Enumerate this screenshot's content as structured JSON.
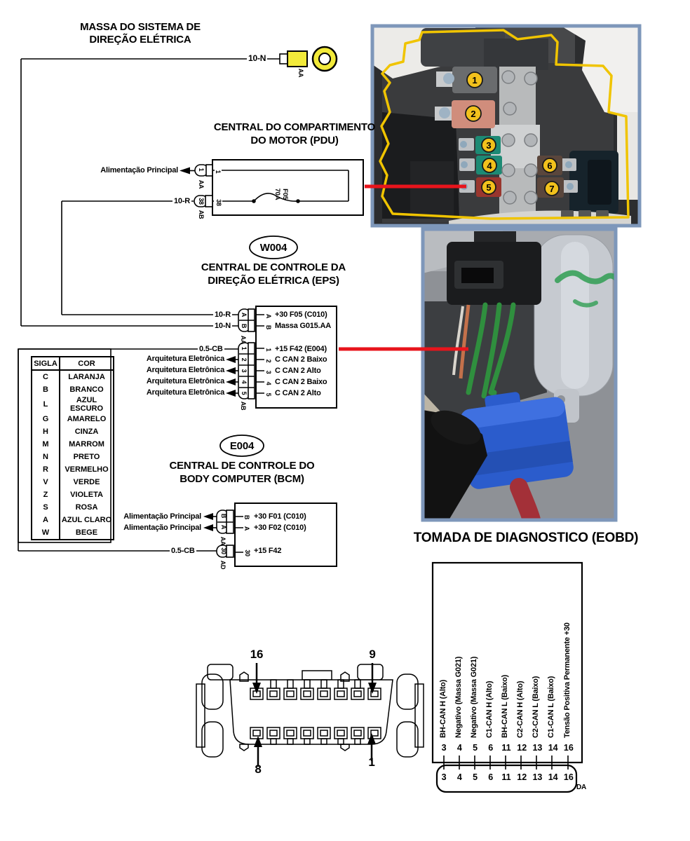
{
  "ground": {
    "title_line1": "MASSA DO SISTEMA DE",
    "title_line2": "DIREÇÃO ELÉTRICA",
    "wire_label": "10-N",
    "terminal_connector": "AA"
  },
  "pdu": {
    "title_line1": "CENTRAL DO COMPARTIMENTO",
    "title_line2": "DO MOTOR (PDU)",
    "feed_label": "Alimentação Principal",
    "pin1": "1",
    "pin1_connector": "AA",
    "pin38": "38",
    "pin38_connector": "AB",
    "pin38_wire": "10-R",
    "fuse_line1": "F05",
    "fuse_line2": "70A"
  },
  "eps": {
    "code": "W004",
    "title_line1": "CENTRAL DE CONTROLE DA",
    "title_line2": "DIREÇÃO ELÉTRICA (EPS)",
    "conn_top": "AA",
    "conn_bottom": "AB",
    "pin_a": {
      "pin": "A",
      "wire": "10-R",
      "label": "+30 F05 (C010)"
    },
    "pin_b": {
      "pin": "B",
      "wire": "10-N",
      "label": "Massa G015.AA"
    },
    "pin_1": {
      "pin": "1",
      "wire": "0.5-CB",
      "label": "+15 F42 (E004)"
    },
    "pin_2": {
      "pin": "2",
      "dest": "Arquitetura Eletrônica",
      "label": "C CAN 2 Baixo"
    },
    "pin_3": {
      "pin": "3",
      "dest": "Arquitetura Eletrônica",
      "label": "C CAN 2 Alto"
    },
    "pin_4": {
      "pin": "4",
      "dest": "Arquitetura Eletrônica",
      "label": "C CAN 2 Baixo"
    },
    "pin_5": {
      "pin": "5",
      "dest": "Arquitetura Eletrônica",
      "label": "C CAN 2 Alto"
    }
  },
  "color_table": {
    "header_sigla": "SIGLA",
    "header_cor": "COR",
    "rows": [
      {
        "sigla": "C",
        "cor": "LARANJA"
      },
      {
        "sigla": "B",
        "cor": "BRANCO"
      },
      {
        "sigla": "L",
        "cor": "AZUL ESCURO"
      },
      {
        "sigla": "G",
        "cor": "AMARELO"
      },
      {
        "sigla": "H",
        "cor": "CINZA"
      },
      {
        "sigla": "M",
        "cor": "MARROM"
      },
      {
        "sigla": "N",
        "cor": "PRETO"
      },
      {
        "sigla": "R",
        "cor": "VERMELHO"
      },
      {
        "sigla": "V",
        "cor": "VERDE"
      },
      {
        "sigla": "Z",
        "cor": "VIOLETA"
      },
      {
        "sigla": "S",
        "cor": "ROSA"
      },
      {
        "sigla": "A",
        "cor": "AZUL CLARO"
      },
      {
        "sigla": "W",
        "cor": "BEGE"
      }
    ]
  },
  "bcm": {
    "code": "E004",
    "title_line1": "CENTRAL DE CONTROLE DO",
    "title_line2": "BODY COMPUTER (BCM)",
    "feed_label": "Alimentação Principal",
    "conn_top": "AA",
    "conn_bottom": "AD",
    "pin_b": {
      "pin": "B",
      "label": "+30 F01 (C010)"
    },
    "pin_a": {
      "pin": "A",
      "label": "+30 F02 (C010)"
    },
    "pin_30": {
      "pin": "30",
      "wire": "0.5-CB",
      "label": "+15 F42"
    }
  },
  "eobd": {
    "title": "TOMADA DE DIAGNOSTICO (EOBD)",
    "connector_code": "DA",
    "pins": [
      {
        "num": "3",
        "label": "BH-CAN H (Alto)"
      },
      {
        "num": "4",
        "label": "Negativo (Massa G021)"
      },
      {
        "num": "5",
        "label": "Negativo (Massa G021)"
      },
      {
        "num": "6",
        "label": "C1-CAN H (Alto)"
      },
      {
        "num": "11",
        "label": "BH-CAN L (Baixo)"
      },
      {
        "num": "12",
        "label": "C2-CAN H (Alto)"
      },
      {
        "num": "13",
        "label": "C2-CAN L (Baixo)"
      },
      {
        "num": "14",
        "label": "C1-CAN L (Baixo)"
      },
      {
        "num": "16",
        "label": "Tensão Positiva Permanente +30"
      }
    ],
    "face": {
      "top_left": "16",
      "top_right": "9",
      "bottom_left": "8",
      "bottom_right": "1"
    }
  },
  "photos": {
    "fusebox_callouts": [
      "1",
      "2",
      "3",
      "4",
      "5",
      "6",
      "7"
    ]
  },
  "colors": {
    "callout_red_line": "#e8141c",
    "photo_border": "#7e97ba",
    "terminal_yellow": "#f2ea3a",
    "fusebox_outline_yellow": "#f0c400",
    "callout_circle_yellow": "#f2c11c"
  }
}
